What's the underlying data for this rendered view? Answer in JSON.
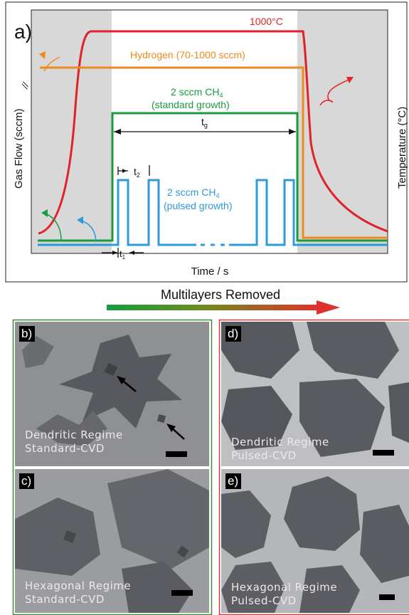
{
  "panel_a": {
    "label": "a)",
    "y_label_left": "Gas Flow (sccm)",
    "y_label_right": "Temperature (°C)",
    "x_label": "Time / s",
    "break_mark": "//",
    "temperature_label": "1000°C",
    "hydrogen_label": "Hydrogen (70-1000 sccm)",
    "standard_label_line1": "2 sccm CH",
    "standard_label_sub": "4",
    "standard_label_line2": "(standard growth)",
    "pulsed_label_line1": "2 sccm CH",
    "pulsed_label_sub": "4",
    "pulsed_label_line2": "(pulsed growth)",
    "tg_label": "t",
    "tg_sub": "g",
    "t1_label": "t",
    "t1_sub": "1",
    "t2_label": "t",
    "t2_sub": "2",
    "dots": "- - -",
    "colors": {
      "temperature": "#e0222a",
      "hydrogen": "#ef8a1e",
      "standard": "#1a9b3e",
      "pulsed": "#2e9ad8",
      "shade": "#d8d8d8"
    }
  },
  "banner": {
    "text": "Multilayers Removed",
    "gradient_start": "#1a9b3e",
    "gradient_end": "#e0322a"
  },
  "panels": {
    "b": {
      "tag": "b)",
      "line1": "Dendritic Regime",
      "line2": "Standard-CVD"
    },
    "c": {
      "tag": "c)",
      "line1": "Hexagonal Regime",
      "line2": "Standard-CVD"
    },
    "d": {
      "tag": "d)",
      "line1": "Dendritic Regime",
      "line2": "Pulsed-CVD"
    },
    "e": {
      "tag": "e)",
      "line1": "Hexagonal Regime",
      "line2": "Pulsed-CVD"
    },
    "frame_colors": {
      "left": "#3c8a3c",
      "right": "#d83a3a"
    }
  }
}
